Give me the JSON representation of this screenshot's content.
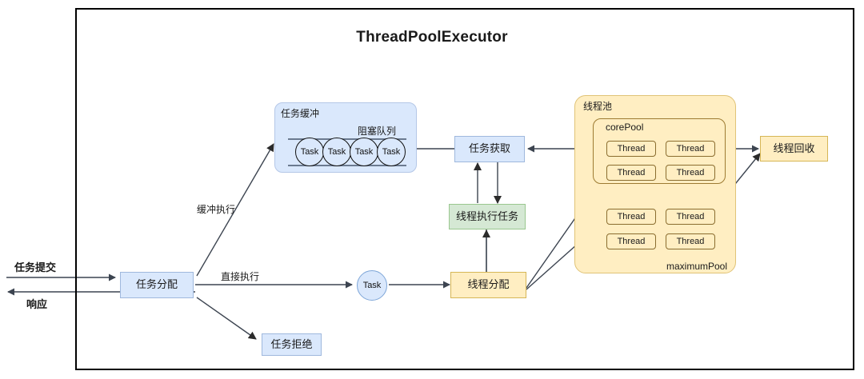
{
  "title": "ThreadPoolExecutor",
  "nodes": {
    "task_dispatch": "任务分配",
    "task_reject": "任务拒绝",
    "task_circle": "Task",
    "thread_dispatch": "线程分配",
    "task_fetch": "任务获取",
    "thread_execute": "线程执行任务",
    "thread_recycle": "线程回收",
    "buffer_title": "任务缓冲",
    "queue_title": "阻塞队列",
    "pool_title": "线程池",
    "corepool_title": "corePool",
    "maxpool_title": "maximumPool",
    "thread_label": "Thread"
  },
  "queue_tasks": [
    "Task",
    "Task",
    "Task",
    "Task"
  ],
  "core_threads": [
    "Thread",
    "Thread",
    "Thread",
    "Thread"
  ],
  "max_threads": [
    "Thread",
    "Thread",
    "Thread",
    "Thread"
  ],
  "edges": {
    "submit": "任务提交",
    "response": "响应",
    "buffered_exec": "缓冲执行",
    "direct_exec": "直接执行"
  },
  "colors": {
    "blue_fill": "#dae8fc",
    "blue_stroke": "#9fb8dd",
    "tan_fill": "#ffeec2",
    "tan_stroke": "#d6b656",
    "green_fill": "#d5e8d4",
    "green_stroke": "#9ac78f",
    "line": "#6b7a90",
    "dark_line": "#3c4450",
    "frame": "#000000"
  }
}
